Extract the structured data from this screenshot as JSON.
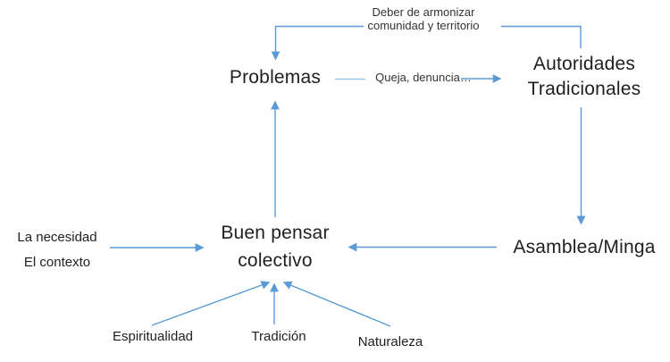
{
  "colors": {
    "background": "#ffffff",
    "line": "#5b9bd5",
    "line_light": "#9cc3e8",
    "text_dark": "#1f1f1f",
    "text_small": "#333333"
  },
  "diagram": {
    "nodes": {
      "deber": {
        "line1": "Deber de armonizar",
        "line2": "comunidad y territorio"
      },
      "problemas": {
        "label": "Problemas"
      },
      "queja": {
        "label": "Queja, denuncia…"
      },
      "autoridades": {
        "line1": "Autoridades",
        "line2": "Tradicionales"
      },
      "asamblea": {
        "label": "Asamblea/Minga"
      },
      "buen_pensar": {
        "line1": "Buen pensar",
        "line2": "colectivo"
      },
      "necesidad": {
        "line1": "La necesidad",
        "line2": "El contexto"
      },
      "espiritualidad": {
        "label": "Espiritualidad"
      },
      "tradicion": {
        "label": "Tradición"
      },
      "naturaleza": {
        "label": "Naturaleza"
      }
    },
    "edges": [
      {
        "from": "autoridades",
        "to": "deber",
        "arrowhead": false
      },
      {
        "from": "deber",
        "to": "problemas",
        "arrowhead": true
      },
      {
        "from": "problemas",
        "to": "queja",
        "arrowhead": false
      },
      {
        "from": "queja",
        "to": "autoridades",
        "arrowhead": true
      },
      {
        "from": "autoridades",
        "to": "asamblea",
        "arrowhead": true
      },
      {
        "from": "asamblea",
        "to": "buen_pensar",
        "arrowhead": true
      },
      {
        "from": "necesidad",
        "to": "buen_pensar",
        "arrowhead": true
      },
      {
        "from": "buen_pensar",
        "to": "problemas",
        "arrowhead": true
      },
      {
        "from": "espiritualidad",
        "to": "buen_pensar",
        "arrowhead": true
      },
      {
        "from": "tradicion",
        "to": "buen_pensar",
        "arrowhead": true
      },
      {
        "from": "naturaleza",
        "to": "buen_pensar",
        "arrowhead": true
      }
    ]
  }
}
